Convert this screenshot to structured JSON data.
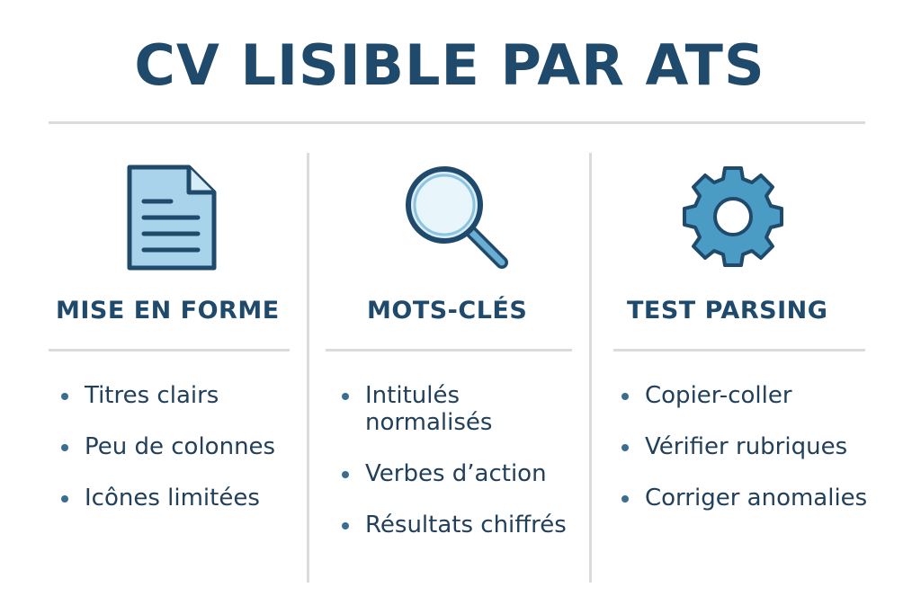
{
  "title": "CV LISIBLE PAR ATS",
  "columns": [
    {
      "icon": "document-icon",
      "heading": "MISE EN FORME",
      "items": [
        "Titres clairs",
        "Peu de colonnes",
        "Icônes limitées"
      ]
    },
    {
      "icon": "magnifier-icon",
      "heading": "MOTS-CLÉS",
      "items": [
        "Intitulés normalisés",
        "Verbes d’action",
        "Résultats chiffrés"
      ]
    },
    {
      "icon": "gear-icon",
      "heading": "TEST PARSING",
      "items": [
        "Copier-coller",
        "Vérifier rubriques",
        "Corriger anomalies"
      ]
    }
  ],
  "colors": {
    "title": "#1f4a6b",
    "icon_fill": "#a9d3ea",
    "icon_stroke": "#1f4a6b",
    "gear_fill": "#4b9cc4",
    "divider": "#d9dcdf"
  }
}
